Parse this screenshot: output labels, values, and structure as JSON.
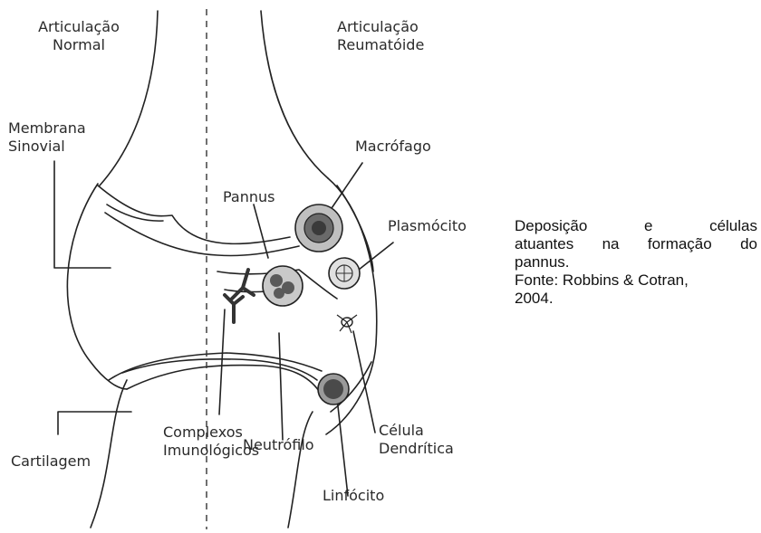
{
  "diagram": {
    "labels": {
      "normal_l1": "Articulação",
      "normal_l2": "Normal",
      "rheum_l1": "Articulação",
      "rheum_l2": "Reumatóide",
      "membrana_l1": "Membrana",
      "membrana_l2": "Sinovial",
      "macrofago": "Macrófago",
      "pannus": "Pannus",
      "plasmocito": "Plasmócito",
      "complexos_l1": "Complexos",
      "complexos_l2": "Imunológicos",
      "celula_l1": "Célula",
      "celula_l2": "Dendrítica",
      "neutrofilo": "Neutrófilo",
      "cartilagem": "Cartilagem",
      "linfocito": "Linfócito"
    }
  },
  "caption": {
    "line1": "Deposição e células",
    "line2": "atuantes na formação do",
    "line3": "pannus.",
    "line4": "Fonte: Robbins & Cotran,",
    "line5": "2004."
  }
}
